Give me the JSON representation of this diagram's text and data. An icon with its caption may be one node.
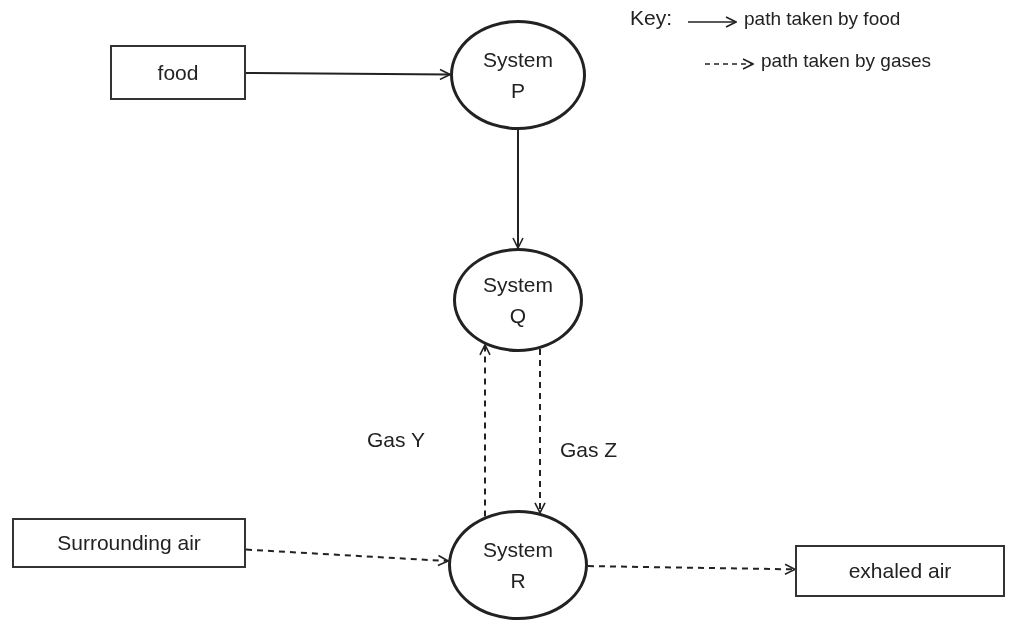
{
  "diagram": {
    "nodes": [
      {
        "text": [
          "food"
        ]
      },
      {
        "text": [
          "System P"
        ]
      },
      {
        "text": [
          "System Q"
        ]
      },
      {
        "text": [
          "Surrounding air"
        ]
      },
      {
        "text": [
          "System R"
        ]
      },
      {
        "text": [
          "exhaled air"
        ]
      }
    ],
    "edges": [
      {
        "from": 0,
        "to": 1,
        "arrow": "to"
      },
      {
        "from": 1,
        "to": 2,
        "arrow": "to"
      },
      {
        "from": 4,
        "to": 2,
        "arrow": "to",
        "label": "Gas Y",
        "style": "dashed"
      },
      {
        "from": 2,
        "to": 4,
        "arrow": "to",
        "label": "Gas Z",
        "style": "dashed"
      },
      {
        "from": 3,
        "to": 4,
        "arrow": "to",
        "style": "dashed"
      },
      {
        "from": 4,
        "to": 5,
        "arrow": "to",
        "style": "dashed"
      }
    ],
    "labels": [
      "Key:"
    ],
    "legend": [
      {
        "text": "path taken by food"
      },
      {
        "text": "path taken by gases"
      }
    ]
  }
}
